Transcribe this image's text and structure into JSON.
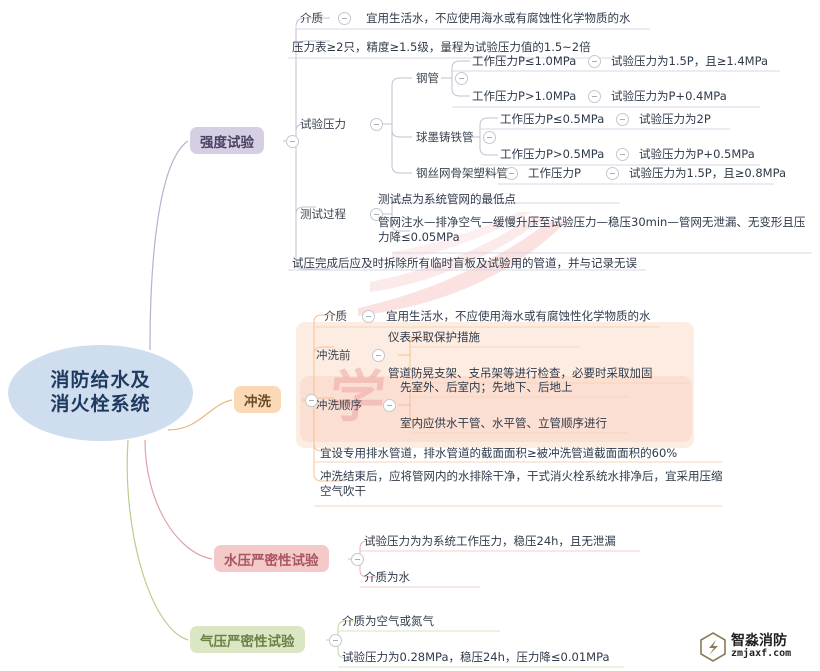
{
  "central": {
    "line1": "消防给水及",
    "line2": "消火栓系统",
    "color": "#cfdeee"
  },
  "branches": [
    {
      "id": "strength",
      "label": "强度试验",
      "color": "#d6cfe4",
      "line_color": "#b9aed0"
    },
    {
      "id": "flush",
      "label": "冲洗",
      "color": "#fbd9b4",
      "line_color": "#f0b37f"
    },
    {
      "id": "hydro",
      "label": "水压严密性试验",
      "color": "#f3c9ca",
      "line_color": "#e3a0a6"
    },
    {
      "id": "pneu",
      "label": "气压严密性试验",
      "color": "#dbe7c4",
      "line_color": "#b6cf8e"
    }
  ],
  "strength": {
    "medium_label": "介质",
    "medium_value": "宜用生活水，不应使用海水或有腐蚀性化学物质的水",
    "gauge": "压力表≥2只，精度≥1.5级，量程为试验压力值的1.5~2倍",
    "test_pressure_label": "试验压力",
    "pipes": [
      {
        "name": "钢管",
        "rows": [
          {
            "cond": "工作压力P≤1.0MPa",
            "result": "试验压力为1.5P，且≥1.4MPa"
          },
          {
            "cond": "工作压力P>1.0MPa",
            "result": "试验压力为P+0.4MPa"
          }
        ]
      },
      {
        "name": "球墨铸铁管",
        "rows": [
          {
            "cond": "工作压力P≤0.5MPa",
            "result": "试验压力为2P"
          },
          {
            "cond": "工作压力P>0.5MPa",
            "result": "试验压力为P+0.5MPa"
          }
        ]
      },
      {
        "name": "钢丝网骨架塑料管",
        "rows": [
          {
            "cond": "工作压力P",
            "result": "试验压力为1.5P，且≥0.8MPa"
          }
        ]
      }
    ],
    "process_label": "测试过程",
    "process_items": [
      "测试点为系统管网的最低点",
      "管网注水—排净空气—缓慢升压至试验压力—稳压30min—管网无泄漏、无变形且压力降≤0.05MPa"
    ],
    "tail": "试压完成后应及时拆除所有临时盲板及试验用的管道，并与记录无误"
  },
  "flush": {
    "medium_label": "介质",
    "medium_value": "宜用生活水，不应使用海水或有腐蚀性化学物质的水",
    "before_label": "冲洗前",
    "before_items": [
      "仪表采取保护措施",
      "管道防晃支架、支吊架等进行检查，必要时采取加固"
    ],
    "order_label": "冲洗顺序",
    "order_items": [
      "先室外、后室内；先地下、后地上",
      "室内应供水干管、水平管、立管顺序进行"
    ],
    "drain": "宜设专用排水管道，排水管道的截面面积≥被冲洗管道截面面积的60%",
    "after": "冲洗结束后，应将管网内的水排除干净，干式消火栓系统水排净后，宜采用压缩空气吹干"
  },
  "hydro": {
    "items": [
      "试验压力为为系统工作压力，稳压24h，且无泄漏",
      "介质为水"
    ]
  },
  "pneu": {
    "items": [
      "介质为空气或氮气",
      "试验压力为0.28MPa，稳压24h，压力降≤0.01MPa"
    ]
  },
  "watermark": {
    "text": "学"
  },
  "logo": {
    "cn": "智淼消防",
    "en": "zmjaxf.com"
  }
}
